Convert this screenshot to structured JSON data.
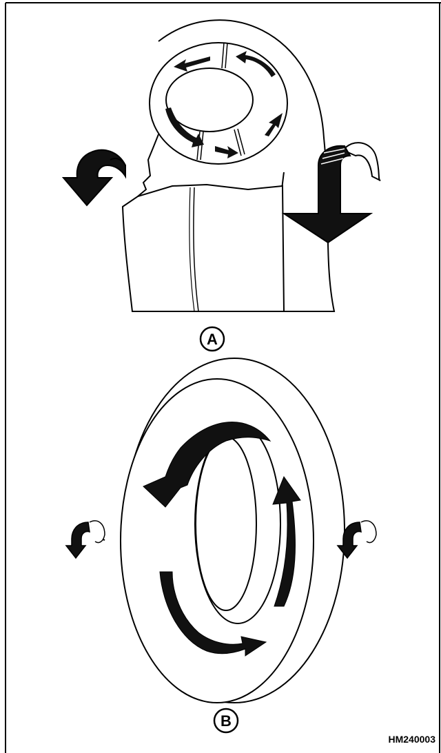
{
  "figure": {
    "panel_a": {
      "label": "A"
    },
    "panel_b": {
      "label": "B"
    },
    "figure_code": "HM240003"
  },
  "colors": {
    "line": "#000000",
    "fill": "#ffffff",
    "arrow": "#111111"
  }
}
